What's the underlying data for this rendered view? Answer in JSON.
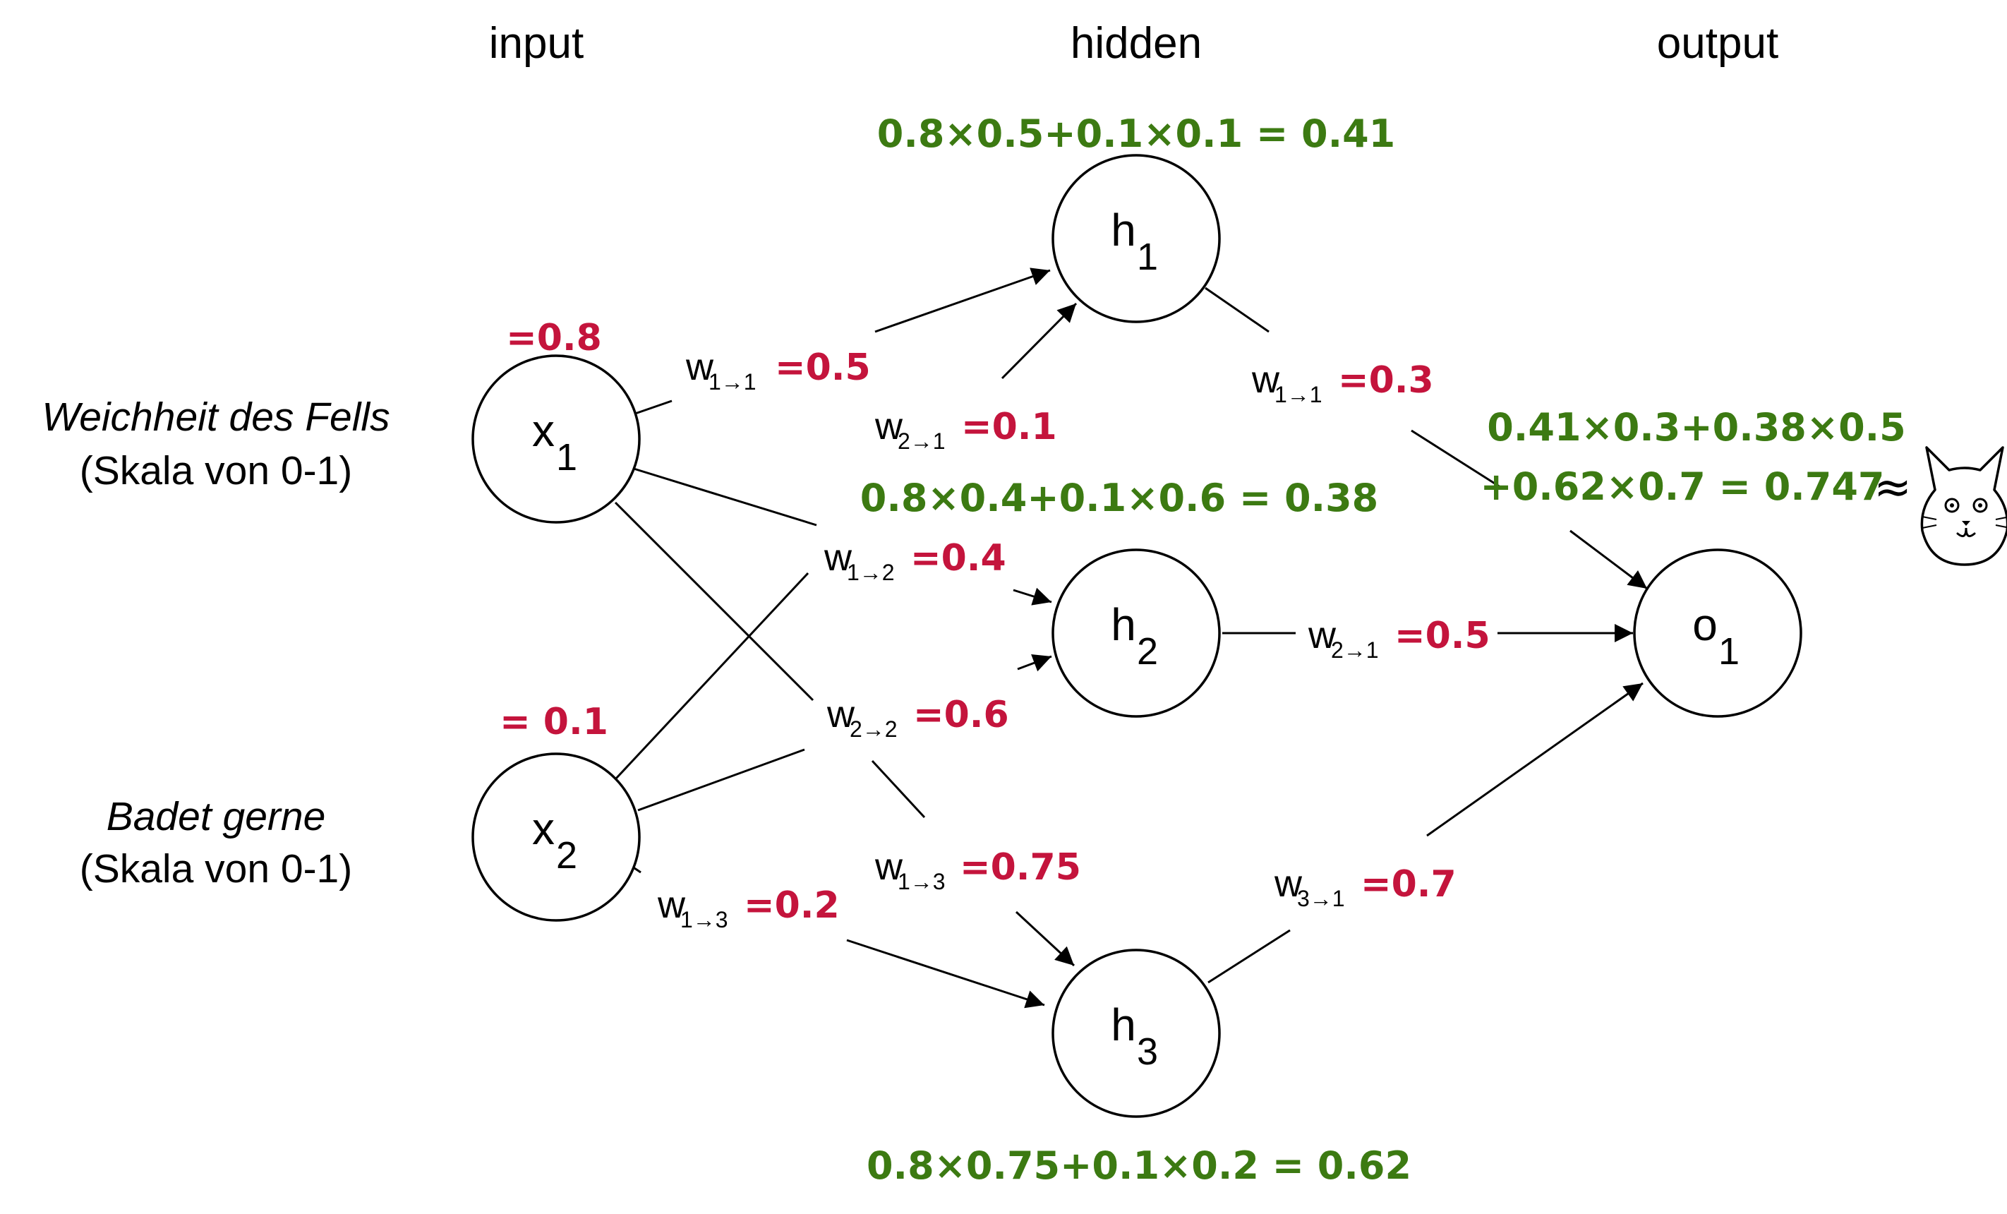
{
  "columns": {
    "input": "input",
    "hidden": "hidden",
    "output": "output"
  },
  "inputs": [
    {
      "title": "Weichheit des Fells",
      "scale": "(Skala von 0-1)",
      "value": "=0.8"
    },
    {
      "title": "Badet gerne",
      "scale": "(Skala von 0-1)",
      "value": "= 0.1"
    }
  ],
  "nodes": {
    "x1": {
      "main": "x",
      "sub": "1"
    },
    "x2": {
      "main": "x",
      "sub": "2"
    },
    "h1": {
      "main": "h",
      "sub": "1"
    },
    "h2": {
      "main": "h",
      "sub": "2"
    },
    "h3": {
      "main": "h",
      "sub": "3"
    },
    "o1": {
      "main": "o",
      "sub": "1"
    }
  },
  "weights": {
    "x1_h1": {
      "w": "w",
      "sub": "1→1",
      "value": "=0.5"
    },
    "x2_h1": {
      "w": "w",
      "sub": "2→1",
      "value": "=0.1"
    },
    "x1_h2": {
      "w": "w",
      "sub": "1→2",
      "value": "=0.4"
    },
    "x2_h2": {
      "w": "w",
      "sub": "2→2",
      "value": "=0.6"
    },
    "x1_h3": {
      "w": "w",
      "sub": "1→3",
      "value": "=0.75"
    },
    "x2_h3": {
      "w": "w",
      "sub": "1→3",
      "value": "=0.2"
    },
    "h1_o1": {
      "w": "w",
      "sub": "1→1",
      "value": "=0.3"
    },
    "h2_o1": {
      "w": "w",
      "sub": "2→1",
      "value": "=0.5"
    },
    "h3_o1": {
      "w": "w",
      "sub": "3→1",
      "value": "=0.7"
    }
  },
  "computations": {
    "h1": "0.8×0.5+0.1×0.1 = 0.41",
    "h2": "0.8×0.4+0.1×0.6 = 0.38",
    "h3": "0.8×0.75+0.1×0.2 = 0.62",
    "o1_line1": "0.41×0.3+0.38×0.5",
    "o1_line2": "+0.62×0.7 = 0.747",
    "approx": "≈"
  },
  "result_icon": "cat-face-icon",
  "colors": {
    "weight_values": "#c4143c",
    "computations": "#3c7a12"
  }
}
